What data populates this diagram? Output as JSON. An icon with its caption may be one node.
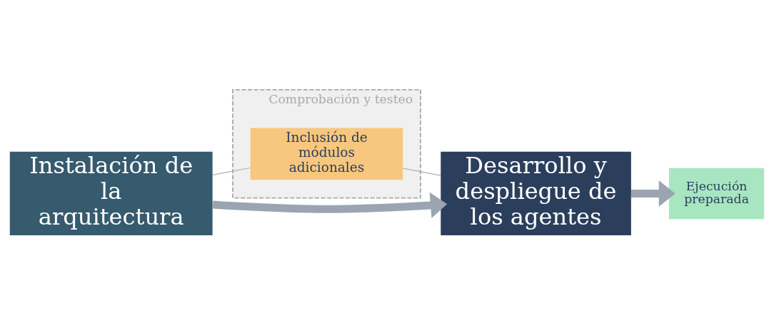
{
  "diagram": {
    "nodes": [
      {
        "text": [
          "Comprobación y testeo"
        ]
      },
      {
        "text": [
          "Instalación de la arquitectura"
        ]
      },
      {
        "text": [
          "Inclusión de módulos adicionales"
        ],
        "in": 0
      },
      {
        "text": [
          "Desarrollo y despliegue de los agentes"
        ]
      },
      {
        "text": [
          "Ejecución preparada"
        ]
      }
    ],
    "edges": [
      {
        "from": 1,
        "to": 2,
        "arrow": "none"
      },
      {
        "from": 2,
        "to": 3,
        "arrow": "none"
      },
      {
        "from": 1,
        "to": 3,
        "arrow": "to",
        "style": "thick",
        "color": "#9aa5b1"
      },
      {
        "from": 3,
        "to": 4,
        "arrow": "to",
        "style": "thick",
        "color": "#9aa5b1"
      }
    ]
  }
}
